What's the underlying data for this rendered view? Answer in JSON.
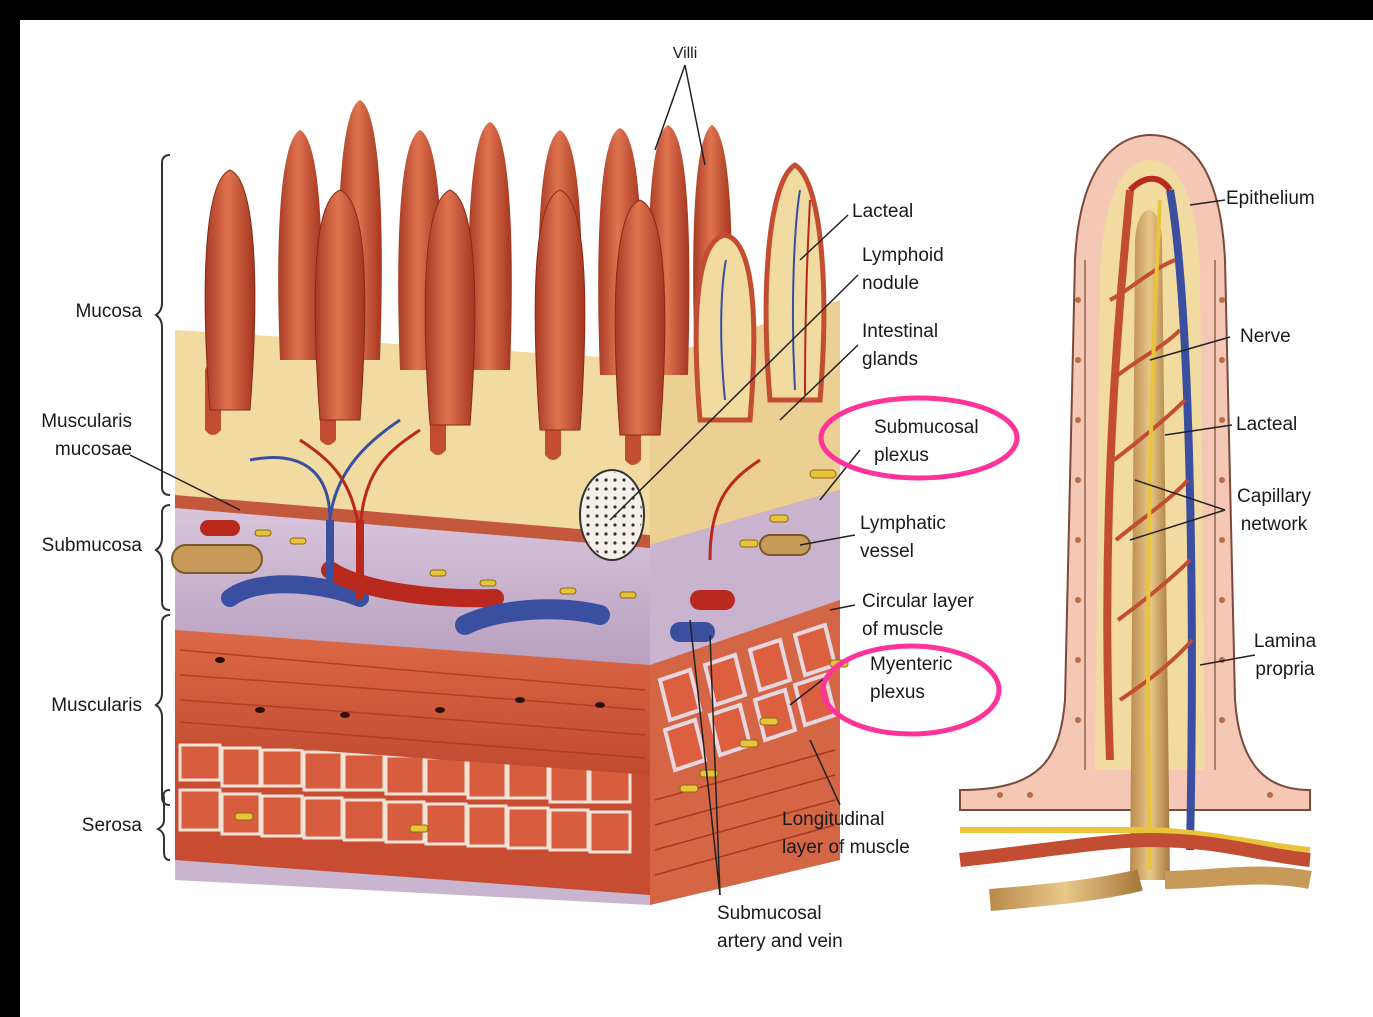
{
  "labels": {
    "villi": "Villi",
    "mucosa": "Mucosa",
    "muscularis_mucosae": [
      "Muscularis",
      "mucosae"
    ],
    "submucosa": "Submucosa",
    "muscularis": "Muscularis",
    "serosa": "Serosa",
    "lacteal_left": "Lacteal",
    "lymphoid_nodule": [
      "Lymphoid",
      "nodule"
    ],
    "intestinal_glands": [
      "Intestinal",
      "glands"
    ],
    "submucosal_plexus": [
      "Submucosal",
      "plexus"
    ],
    "lymphatic_vessel": [
      "Lymphatic",
      "vessel"
    ],
    "circular_layer": [
      "Circular layer",
      "of muscle"
    ],
    "myenteric_plexus": [
      "Myenteric",
      "plexus"
    ],
    "longitudinal_layer": [
      "Longitudinal",
      "layer of muscle"
    ],
    "submucosal_artery_vein": [
      "Submucosal",
      "artery and vein"
    ],
    "epithelium": "Epithelium",
    "nerve": "Nerve",
    "lacteal_right": "Lacteal",
    "capillary_network": [
      "Capillary",
      "network"
    ],
    "lamina_propria": [
      "Lamina",
      "propria"
    ]
  },
  "colors": {
    "background": "#ffffff",
    "frame": "#000000",
    "highlight": "#ff3399",
    "villus": "#c8553a",
    "mucosa_base": "#f3dca0",
    "submucosa": "#c9b3cf",
    "muscle": "#d4563a",
    "vein": "#3a4fa0",
    "artery": "#b8281c",
    "nerve": "#e8c43a",
    "lymph": "#c79a5a"
  }
}
